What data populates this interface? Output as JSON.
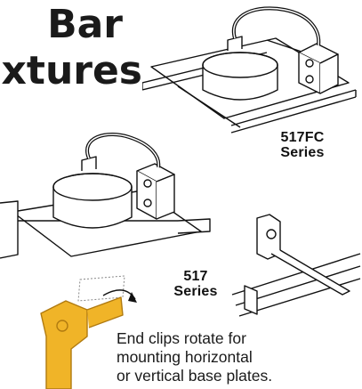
{
  "heading": {
    "line1": "Bar",
    "line2": "xtures"
  },
  "series": {
    "upper": [
      "517FC",
      "Series"
    ],
    "lower": [
      "517",
      "Series"
    ]
  },
  "caption": [
    "End clips rotate for",
    "mounting horizontal",
    "or vertical base plates."
  ],
  "colors": {
    "text": "#1a1a1a",
    "line": "#111111",
    "clip": "#f0b428",
    "clip_dark": "#b07a10"
  }
}
